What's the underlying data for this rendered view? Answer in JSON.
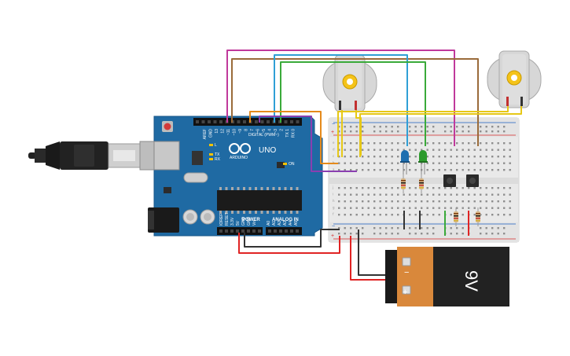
{
  "arduino": {
    "brand": "ARDUINO",
    "model": "UNO",
    "digital_label": "DIGITAL (PWM~)",
    "power_label": "POWER",
    "analog_label": "ANALOG IN",
    "on_label": "ON",
    "tx_label": "TX",
    "rx_label": "RX",
    "l_label": "L",
    "digital_pins": [
      "AREF",
      "GND",
      "13",
      "12",
      "~11",
      "~10",
      "~9",
      "8",
      "7",
      "~6",
      "~5",
      "4",
      "~3",
      "2",
      "TX 1",
      "RX 0"
    ],
    "power_pins": [
      "IOREF",
      "RESET",
      "3.3V",
      "5V",
      "GND",
      "GND",
      "Vin"
    ],
    "analog_pins": [
      "A0",
      "A1",
      "A2",
      "A3",
      "A4",
      "A5"
    ]
  },
  "battery": {
    "label": "9V",
    "plus": "+",
    "minus": "−"
  },
  "breadboard": {
    "rail_plus": "+",
    "rail_minus": "−",
    "row_letters": [
      "a",
      "b",
      "c",
      "d",
      "e",
      "f",
      "g",
      "h",
      "i",
      "j"
    ]
  },
  "colors": {
    "board": "#1f6aa3",
    "wire_magenta": "#c0399b",
    "wire_brown": "#9a6b3a",
    "wire_blue": "#2f9fd6",
    "wire_green": "#3aaa3a",
    "wire_orange": "#e58a1b",
    "wire_purple": "#8a3fb0",
    "wire_yellow": "#e6c817",
    "wire_red": "#e02424",
    "wire_black": "#333333",
    "led_blue": "#1e6fb0",
    "led_green": "#2c9a2c",
    "battery_orange": "#d9883b"
  },
  "icons": [
    "usb-cable-icon",
    "dc-motor-icon",
    "led-icon",
    "resistor-icon",
    "pushbutton-icon",
    "battery-icon"
  ]
}
